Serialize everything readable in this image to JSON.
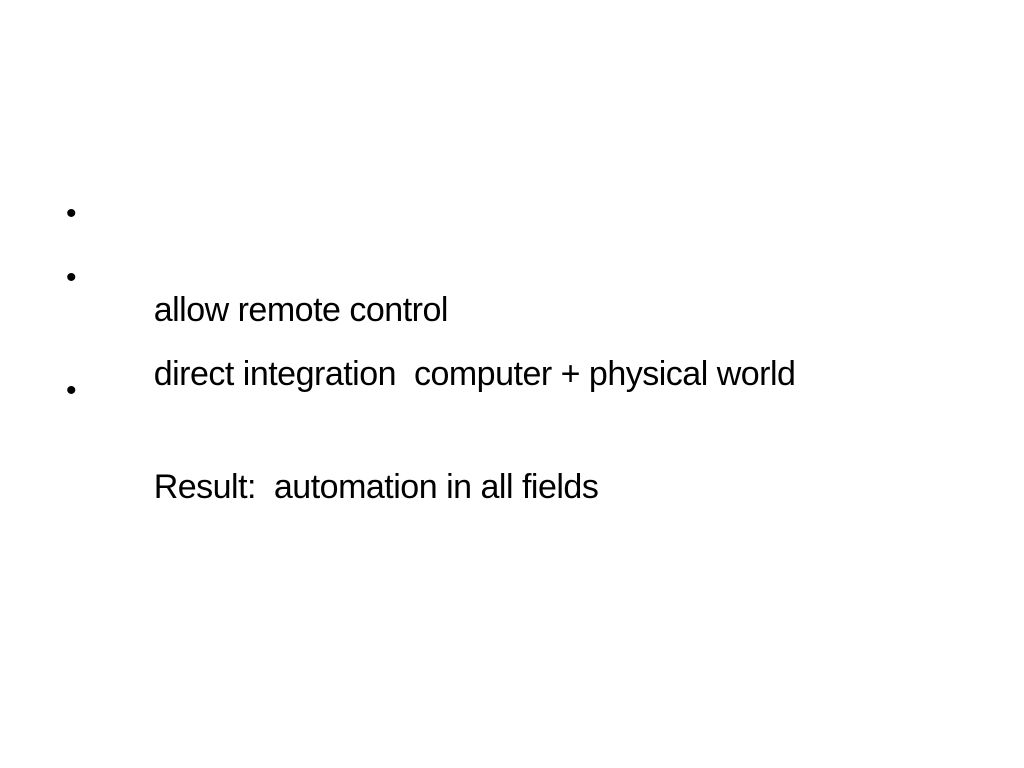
{
  "slide": {
    "bullets": [
      {
        "marker": "•",
        "text": "allow remote control"
      },
      {
        "marker": "•",
        "text": "direct integration  computer + physical world"
      },
      {
        "marker": "•",
        "text": "Result:  automation in all fields"
      }
    ]
  }
}
